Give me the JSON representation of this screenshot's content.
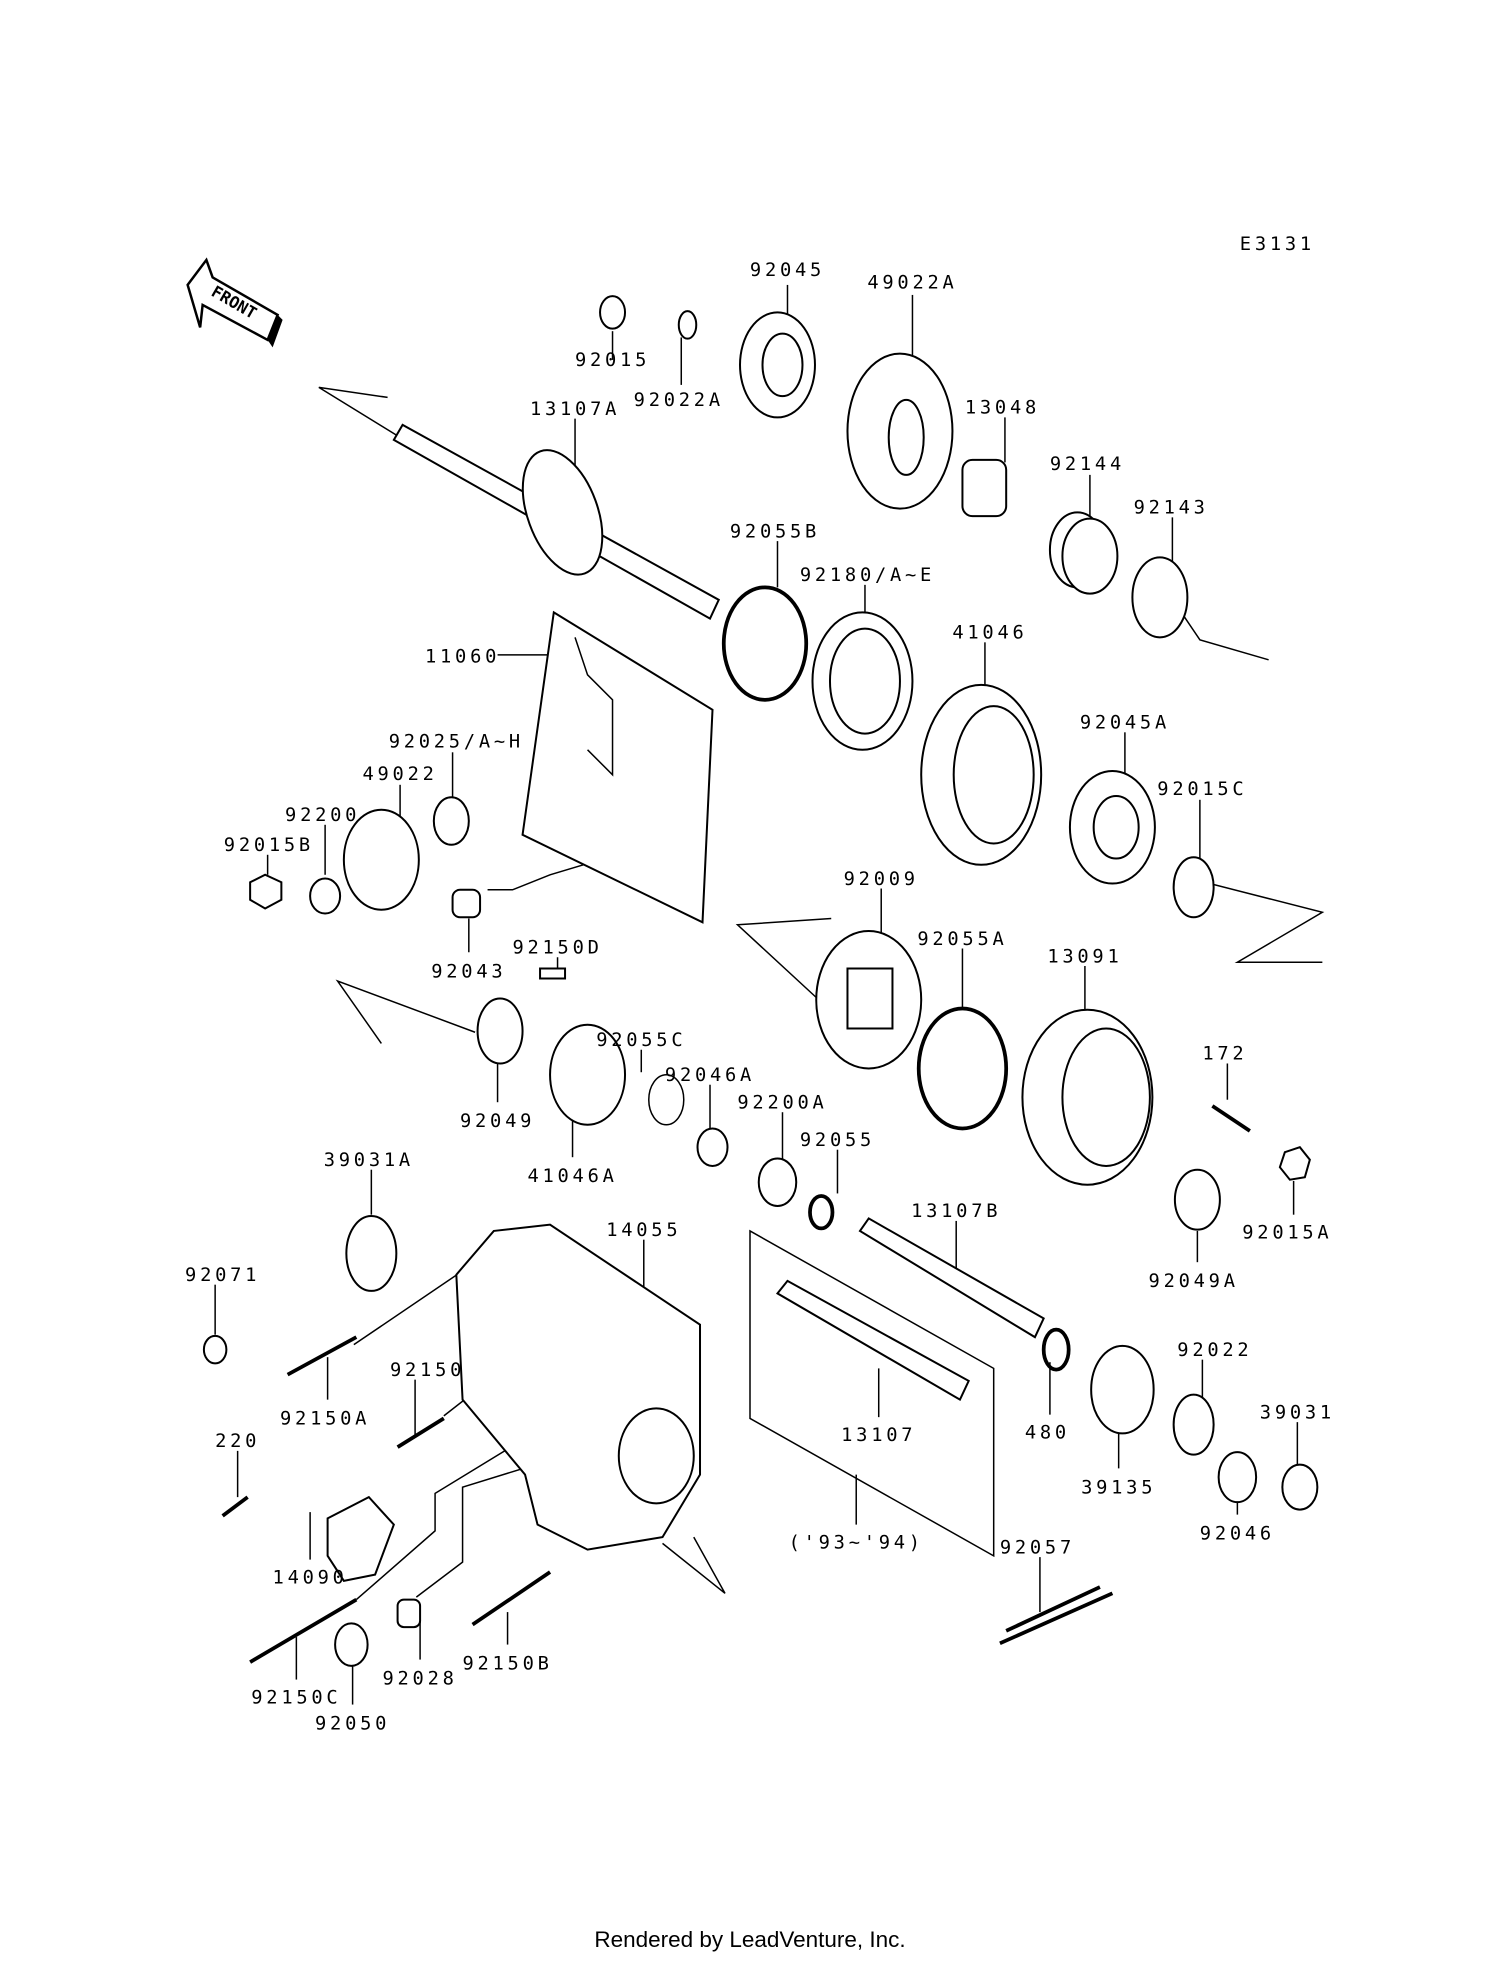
{
  "diagram_code": "E3131",
  "front_label": "FRONT",
  "footer": "Rendered by LeadVenture, Inc.",
  "parts": [
    "92015",
    "92022A",
    "92045",
    "49022A",
    "13107A",
    "13048",
    "92144",
    "92143",
    "92055B",
    "92180/A~E",
    "11060",
    "41046",
    "92045A",
    "92025/A~H",
    "49022",
    "92015C",
    "92200",
    "92015B",
    "92009",
    "92043",
    "92150D",
    "92055A",
    "13091",
    "92055C",
    "92049",
    "92046A",
    "92200A",
    "172",
    "41046A",
    "92055",
    "39031A",
    "14055",
    "13107B",
    "92015A",
    "92071",
    "92049A",
    "92150",
    "92022",
    "39031",
    "92150A",
    "480",
    "13107",
    "220",
    "39135",
    "92046",
    "14090",
    "('93~'94)",
    "92057",
    "92150C",
    "92028",
    "92150B",
    "92050"
  ]
}
